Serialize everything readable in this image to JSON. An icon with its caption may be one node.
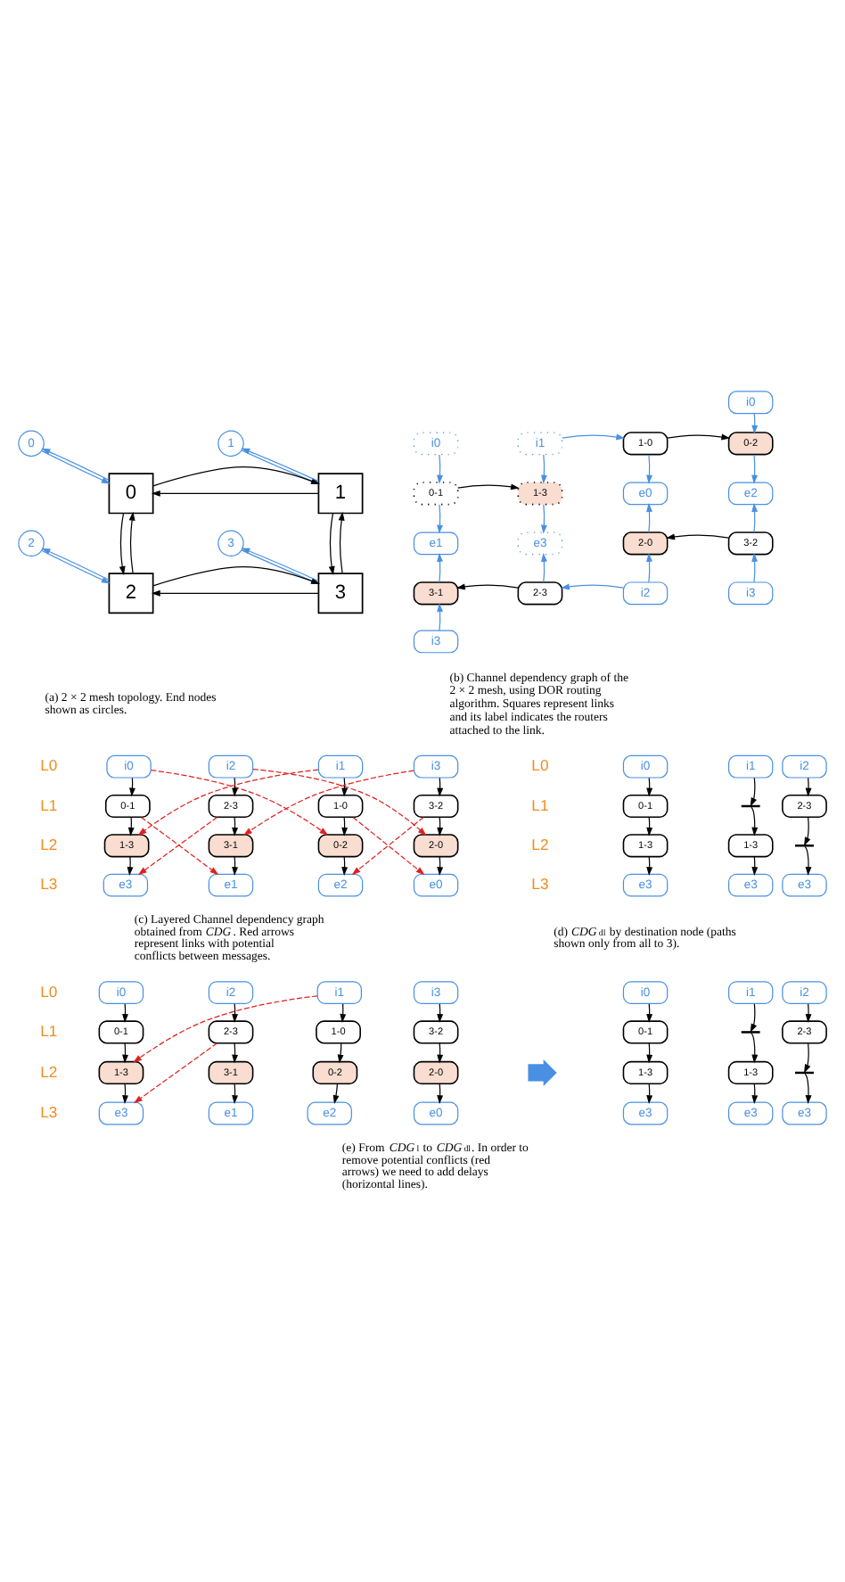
{
  "diagram": {
    "nodes": [
      {
        "text": [
          "0"
        ]
      },
      {
        "text": [
          "1"
        ]
      },
      {
        "text": [
          "0"
        ]
      },
      {
        "text": [
          "1"
        ]
      },
      {
        "text": [
          "2"
        ]
      },
      {
        "text": [
          "3"
        ]
      },
      {
        "text": [
          "2"
        ]
      },
      {
        "text": [
          "3"
        ]
      },
      {
        "text": [
          "i0"
        ]
      },
      {
        "text": [
          "i0"
        ]
      },
      {
        "text": [
          "i1"
        ]
      },
      {
        "text": [
          "1-0"
        ]
      },
      {
        "text": [
          "0-2"
        ]
      },
      {
        "text": [
          "0-1"
        ]
      },
      {
        "text": [
          "1-3"
        ]
      },
      {
        "text": [
          "e0"
        ]
      },
      {
        "text": [
          "e2"
        ]
      },
      {
        "text": [
          "e1"
        ]
      },
      {
        "text": [
          "e3"
        ]
      },
      {
        "text": [
          "2-0"
        ]
      },
      {
        "text": [
          "3-2"
        ]
      },
      {
        "text": [
          "3-1"
        ]
      },
      {
        "text": [
          "2-3"
        ]
      },
      {
        "text": [
          "i2"
        ]
      },
      {
        "text": [
          "i3"
        ]
      },
      {
        "text": [
          "i3"
        ]
      },
      {
        "text": [
          "i0"
        ]
      },
      {
        "text": [
          "i2"
        ]
      },
      {
        "text": [
          "i1"
        ]
      },
      {
        "text": [
          "i3"
        ]
      },
      {
        "text": [
          "0-1"
        ]
      },
      {
        "text": [
          "2-3"
        ]
      },
      {
        "text": [
          "1-0"
        ]
      },
      {
        "text": [
          "3-2"
        ]
      },
      {
        "text": [
          "1-3"
        ]
      },
      {
        "text": [
          "3-1"
        ]
      },
      {
        "text": [
          "0-2"
        ]
      },
      {
        "text": [
          "2-0"
        ]
      },
      {
        "text": [
          "e3"
        ]
      },
      {
        "text": [
          "e1"
        ]
      },
      {
        "text": [
          "e2"
        ]
      },
      {
        "text": [
          "e0"
        ]
      },
      {
        "text": [
          "i0"
        ]
      },
      {
        "text": [
          "i1"
        ]
      },
      {
        "text": [
          "i2"
        ]
      },
      {
        "text": [
          "0-1"
        ]
      },
      {
        "text": [],
        "shape": "bar"
      },
      {
        "text": [
          "2-3"
        ]
      },
      {
        "text": [
          "1-3"
        ]
      },
      {
        "text": [
          "1-3"
        ]
      },
      {
        "text": [],
        "shape": "bar"
      },
      {
        "text": [
          "e3"
        ]
      },
      {
        "text": [
          "e3"
        ]
      },
      {
        "text": [
          "e3"
        ]
      },
      {
        "text": [
          "i0"
        ]
      },
      {
        "text": [
          "i2"
        ]
      },
      {
        "text": [
          "i1"
        ]
      },
      {
        "text": [
          "i3"
        ]
      },
      {
        "text": [
          "i0"
        ]
      },
      {
        "text": [
          "i1"
        ]
      },
      {
        "text": [
          "i2"
        ]
      },
      {
        "text": [
          "0-1"
        ]
      },
      {
        "text": [
          "2-3"
        ]
      },
      {
        "text": [
          "1-0"
        ]
      },
      {
        "text": [
          "3-2"
        ]
      },
      {
        "text": [
          "0-1"
        ]
      },
      {
        "text": [],
        "shape": "bar"
      },
      {
        "text": [
          "2-3"
        ]
      },
      {
        "text": [],
        "shape": "arrow"
      },
      {
        "text": [
          "1-3"
        ]
      },
      {
        "text": [
          "3-1"
        ]
      },
      {
        "text": [
          "0-2"
        ]
      },
      {
        "text": [
          "2-0"
        ]
      },
      {
        "text": [
          "1-3"
        ]
      },
      {
        "text": [
          "1-3"
        ]
      },
      {
        "text": [],
        "shape": "bar"
      },
      {
        "text": [
          "e3"
        ]
      },
      {
        "text": [
          "e1"
        ]
      },
      {
        "text": [
          "e2"
        ]
      },
      {
        "text": [
          "e0"
        ]
      },
      {
        "text": [
          "e3"
        ]
      },
      {
        "text": [
          "e3"
        ]
      },
      {
        "text": [
          "e3"
        ]
      }
    ],
    "edges": [
      {
        "from": 0,
        "to": 2,
        "arrow": "to",
        "color": "#4a90e2"
      },
      {
        "from": 2,
        "to": 0,
        "arrow": "to",
        "color": "#4a90e2"
      },
      {
        "from": 1,
        "to": 3,
        "arrow": "to",
        "color": "#4a90e2"
      },
      {
        "from": 3,
        "to": 1,
        "arrow": "to",
        "color": "#4a90e2"
      },
      {
        "from": 2,
        "to": 3,
        "arrow": "to"
      },
      {
        "from": 3,
        "to": 2,
        "arrow": "to"
      },
      {
        "from": 2,
        "to": 6,
        "arrow": "to"
      },
      {
        "from": 6,
        "to": 2,
        "arrow": "to"
      },
      {
        "from": 3,
        "to": 7,
        "arrow": "to"
      },
      {
        "from": 7,
        "to": 3,
        "arrow": "to"
      },
      {
        "from": 4,
        "to": 6,
        "arrow": "to",
        "color": "#4a90e2"
      },
      {
        "from": 6,
        "to": 4,
        "arrow": "to",
        "color": "#4a90e2"
      },
      {
        "from": 5,
        "to": 7,
        "arrow": "to",
        "color": "#4a90e2"
      },
      {
        "from": 7,
        "to": 5,
        "arrow": "to",
        "color": "#4a90e2"
      },
      {
        "from": 6,
        "to": 7,
        "arrow": "to"
      },
      {
        "from": 7,
        "to": 6,
        "arrow": "to"
      },
      {
        "from": 9,
        "to": 13,
        "arrow": "to",
        "color": "#4a90e2"
      },
      {
        "from": 13,
        "to": 17,
        "arrow": "to",
        "color": "#4a90e2"
      },
      {
        "from": 13,
        "to": 14,
        "arrow": "to"
      },
      {
        "from": 10,
        "to": 14,
        "arrow": "to",
        "color": "#4a90e2"
      },
      {
        "from": 10,
        "to": 11,
        "arrow": "to",
        "color": "#4a90e2"
      },
      {
        "from": 14,
        "to": 18,
        "arrow": "to",
        "color": "#4a90e2"
      },
      {
        "from": 11,
        "to": 15,
        "arrow": "to",
        "color": "#4a90e2"
      },
      {
        "from": 11,
        "to": 12,
        "arrow": "to"
      },
      {
        "from": 8,
        "to": 12,
        "arrow": "to",
        "color": "#4a90e2"
      },
      {
        "from": 12,
        "to": 16,
        "arrow": "to",
        "color": "#4a90e2"
      },
      {
        "from": 22,
        "to": 18,
        "arrow": "to",
        "color": "#4a90e2"
      },
      {
        "from": 23,
        "to": 22,
        "arrow": "to",
        "color": "#4a90e2"
      },
      {
        "from": 22,
        "to": 21,
        "arrow": "to"
      },
      {
        "from": 21,
        "to": 17,
        "arrow": "to",
        "color": "#4a90e2"
      },
      {
        "from": 25,
        "to": 21,
        "arrow": "to",
        "color": "#4a90e2"
      },
      {
        "from": 19,
        "to": 15,
        "arrow": "to",
        "color": "#4a90e2"
      },
      {
        "from": 23,
        "to": 19,
        "arrow": "to",
        "color": "#4a90e2"
      },
      {
        "from": 20,
        "to": 19,
        "arrow": "to"
      },
      {
        "from": 20,
        "to": 16,
        "arrow": "to",
        "color": "#4a90e2"
      },
      {
        "from": 24,
        "to": 20,
        "arrow": "to",
        "color": "#4a90e2"
      },
      {
        "from": 26,
        "to": 30,
        "arrow": "to"
      },
      {
        "from": 27,
        "to": 31,
        "arrow": "to"
      },
      {
        "from": 28,
        "to": 32,
        "arrow": "to"
      },
      {
        "from": 29,
        "to": 33,
        "arrow": "to"
      },
      {
        "from": 30,
        "to": 34,
        "arrow": "to"
      },
      {
        "from": 31,
        "to": 35,
        "arrow": "to"
      },
      {
        "from": 32,
        "to": 36,
        "arrow": "to"
      },
      {
        "from": 33,
        "to": 37,
        "arrow": "to"
      },
      {
        "from": 34,
        "to": 38,
        "arrow": "to"
      },
      {
        "from": 35,
        "to": 39,
        "arrow": "to"
      },
      {
        "from": 36,
        "to": 40,
        "arrow": "to"
      },
      {
        "from": 37,
        "to": 41,
        "arrow": "to"
      },
      {
        "from": 28,
        "to": 34,
        "arrow": "to",
        "style": "dashed",
        "color": "#e02020"
      },
      {
        "from": 26,
        "to": 36,
        "arrow": "to",
        "style": "dashed",
        "color": "#e02020"
      },
      {
        "from": 27,
        "to": 37,
        "arrow": "to",
        "style": "dashed",
        "color": "#e02020"
      },
      {
        "from": 29,
        "to": 35,
        "arrow": "to",
        "style": "dashed",
        "color": "#e02020"
      },
      {
        "from": 30,
        "to": 39,
        "arrow": "to",
        "style": "dashed",
        "color": "#e02020"
      },
      {
        "from": 31,
        "to": 38,
        "arrow": "to",
        "style": "dashed",
        "color": "#e02020"
      },
      {
        "from": 32,
        "to": 41,
        "arrow": "to",
        "style": "dashed",
        "color": "#e02020"
      },
      {
        "from": 33,
        "to": 40,
        "arrow": "to",
        "style": "dashed",
        "color": "#e02020"
      },
      {
        "from": 42,
        "to": 45,
        "arrow": "to"
      },
      {
        "from": 45,
        "to": 48,
        "arrow": "to"
      },
      {
        "from": 48,
        "to": 51,
        "arrow": "to"
      },
      {
        "from": 43,
        "to": 46,
        "arrow": "to"
      },
      {
        "from": 46,
        "to": 49,
        "arrow": "to"
      },
      {
        "from": 49,
        "to": 52,
        "arrow": "to"
      },
      {
        "from": 44,
        "to": 47,
        "arrow": "to"
      },
      {
        "from": 47,
        "to": 50,
        "arrow": "to"
      },
      {
        "from": 50,
        "to": 53,
        "arrow": "to"
      },
      {
        "from": 54,
        "to": 61,
        "arrow": "to"
      },
      {
        "from": 55,
        "to": 62,
        "arrow": "to"
      },
      {
        "from": 56,
        "to": 63,
        "arrow": "to"
      },
      {
        "from": 57,
        "to": 64,
        "arrow": "to"
      },
      {
        "from": 61,
        "to": 69,
        "arrow": "to"
      },
      {
        "from": 62,
        "to": 70,
        "arrow": "to"
      },
      {
        "from": 63,
        "to": 71,
        "arrow": "to"
      },
      {
        "from": 64,
        "to": 72,
        "arrow": "to"
      },
      {
        "from": 69,
        "to": 76,
        "arrow": "to"
      },
      {
        "from": 70,
        "to": 77,
        "arrow": "to"
      },
      {
        "from": 71,
        "to": 78,
        "arrow": "to"
      },
      {
        "from": 72,
        "to": 79,
        "arrow": "to"
      },
      {
        "from": 56,
        "to": 69,
        "arrow": "to",
        "style": "dashed",
        "color": "#e02020"
      },
      {
        "from": 62,
        "to": 76,
        "arrow": "to",
        "style": "dashed",
        "color": "#e02020"
      },
      {
        "from": 58,
        "to": 65,
        "arrow": "to"
      },
      {
        "from": 65,
        "to": 73,
        "arrow": "to"
      },
      {
        "from": 73,
        "to": 80,
        "arrow": "to"
      },
      {
        "from": 59,
        "to": 66,
        "arrow": "to"
      },
      {
        "from": 66,
        "to": 74,
        "arrow": "to"
      },
      {
        "from": 74,
        "to": 81,
        "arrow": "to"
      },
      {
        "from": 60,
        "to": 67,
        "arrow": "to"
      },
      {
        "from": 67,
        "to": 75,
        "arrow": "to"
      },
      {
        "from": 75,
        "to": 82,
        "arrow": "to"
      }
    ],
    "labels": [
      "(a) 2 × 2 mesh topology. End nodes shown as circles.",
      "(b) Channel dependency graph of the 2 × 2 mesh, using DOR routing algorithm. Squares represent links and its label indicates the routers attached to the link.",
      "L0",
      "L1",
      "L2",
      "L3",
      "L0",
      "L1",
      "L2",
      "L3",
      "(c) Layered Channel dependency graph obtained from *CDG*. Red arrows represent links with potential conflicts between messages.",
      "(d) *CDG*$_{dl}$ by destination node (paths shown only from all to 3).",
      "L0",
      "L1",
      "L2",
      "L3",
      "(e) From *CDG*$_{l}$ to *CDG*$_{dl}$. In order to remove potential conflicts (red arrows) we need to add delays (horizontal lines)."
    ]
  }
}
